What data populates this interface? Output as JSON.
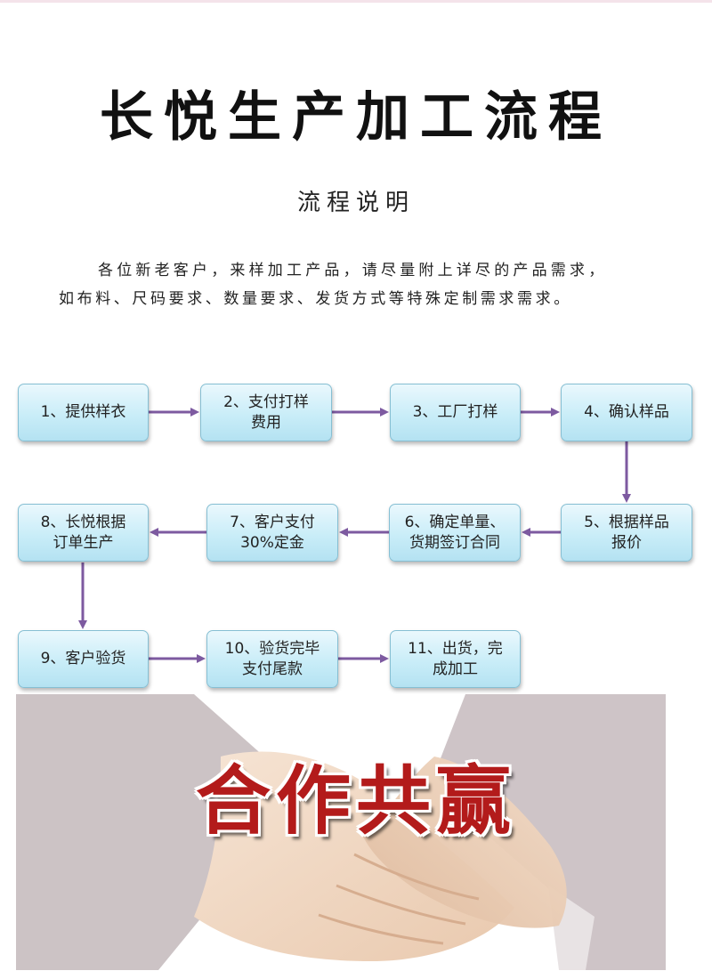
{
  "title": "长悦生产加工流程",
  "subtitle": "流程说明",
  "description": {
    "line1": "各位新老客户，来样加工产品，请尽量附上详尽的产品需求，",
    "line2": "如布料、尺码要求、数量要求、发货方式等特殊定制需求需求。"
  },
  "steps": [
    {
      "line1": "1、提供样衣",
      "line2": ""
    },
    {
      "line1": "2、支付打样",
      "line2": "费用"
    },
    {
      "line1": "3、工厂打样",
      "line2": ""
    },
    {
      "line1": "4、确认样品",
      "line2": ""
    },
    {
      "line1": "5、根据样品",
      "line2": "报价"
    },
    {
      "line1": "6、确定单量、",
      "line2": "货期签订合同"
    },
    {
      "line1": "7、客户支付",
      "line2": "30%定金"
    },
    {
      "line1": "8、长悦根据",
      "line2": "订单生产"
    },
    {
      "line1": "9、客户验货",
      "line2": ""
    },
    {
      "line1": "10、验货完毕",
      "line2": "支付尾款"
    },
    {
      "line1": "11、出货，完",
      "line2": "成加工"
    }
  ],
  "banner": {
    "text": "合作共赢",
    "image": "handshake-illustration"
  },
  "colors": {
    "arrow": "#7d5aa0",
    "box_border": "#86bfd3",
    "box_fill": "#c9edf8",
    "banner_text": "#b31b1b",
    "sleeve": "#ccc3c5"
  }
}
